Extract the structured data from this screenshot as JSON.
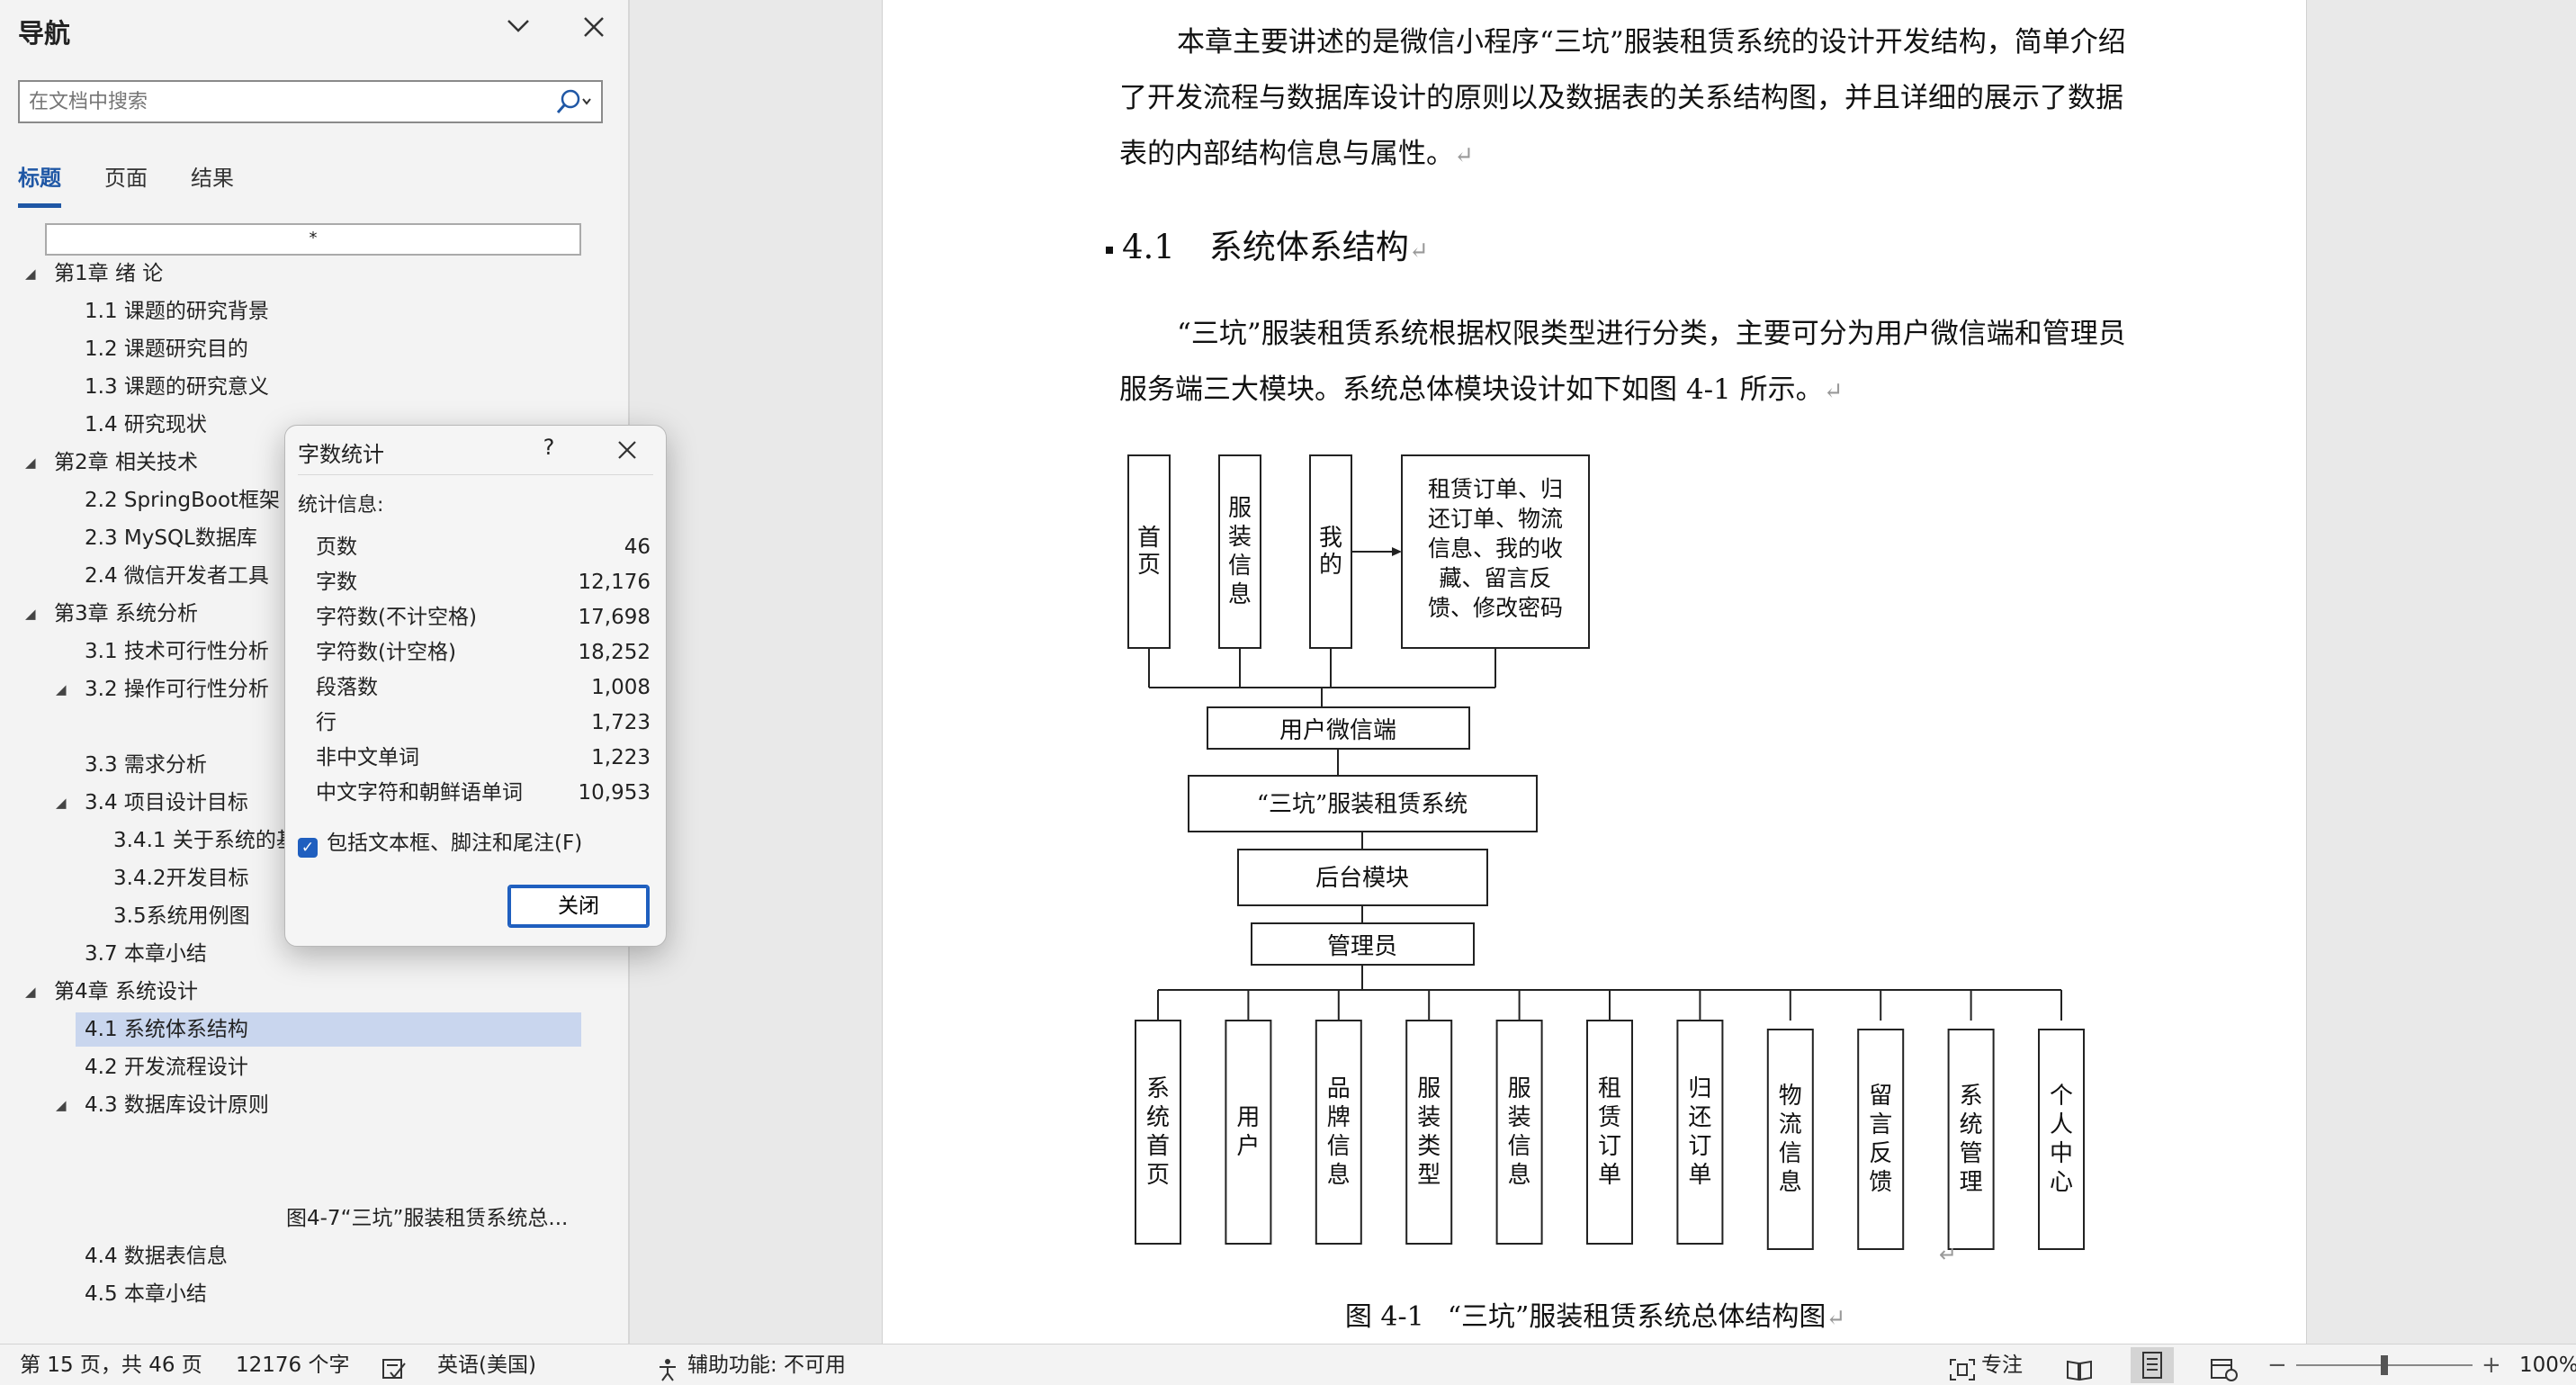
{
  "nav": {
    "title": "导航",
    "search_placeholder": "在文档中搜索",
    "tabs": [
      "标题",
      "页面",
      "结果"
    ],
    "outline_marker": "*",
    "items": [
      {
        "label": "第1章    绪 论",
        "level": 1,
        "expanded": true
      },
      {
        "label": "1.1 课题的研究背景",
        "level": 2
      },
      {
        "label": "1.2 课题研究目的",
        "level": 2
      },
      {
        "label": "1.3 课题的研究意义",
        "level": 2
      },
      {
        "label": "1.4 研究现状",
        "level": 2
      },
      {
        "label": "第2章  相关技术",
        "level": 1,
        "expanded": true
      },
      {
        "label": "2.2  SpringBoot框架",
        "level": 2
      },
      {
        "label": "2.3 MySQL数据库",
        "level": 2
      },
      {
        "label": "2.4 微信开发者工具",
        "level": 2
      },
      {
        "label": "第3章  系统分析",
        "level": 1,
        "expanded": true
      },
      {
        "label": "3.1 技术可行性分析",
        "level": 2
      },
      {
        "label": "3.2  操作可行性分析",
        "level": 2,
        "expanded": true
      },
      {
        "label": "3.3 需求分析",
        "level": 2
      },
      {
        "label": "3.4 项目设计目标",
        "level": 2,
        "expanded": true
      },
      {
        "label": "3.4.1 关于系统的基",
        "level": 3
      },
      {
        "label": "3.4.2开发目标",
        "level": 3
      },
      {
        "label": "3.5系统用例图",
        "level": 3
      },
      {
        "label": "3.7  本章小结",
        "level": 2
      },
      {
        "label": "第4章  系统设计",
        "level": 1,
        "expanded": true
      },
      {
        "label": "4.1 系统体系结构",
        "level": 2,
        "selected": true
      },
      {
        "label": "4.2  开发流程设计",
        "level": 2
      },
      {
        "label": "4.3  数据库设计原则",
        "level": 2,
        "expanded": true
      },
      {
        "label": "图4-7“三坑”服装租赁系统总...",
        "level": 4
      },
      {
        "label": "4.4  数据表信息",
        "level": 2
      },
      {
        "label": "4.5  本章小结",
        "level": 2
      }
    ]
  },
  "document": {
    "para1": "本章主要讲述的是微信小程序“三坑”服装租赁系统的设计开发结构，简单介绍了开发流程与数据库设计的原则以及数据表的关系结构图，并且详细的展示了数据表的内部结构信息与属性。",
    "heading_num": "4.1",
    "heading_text": "系统体系结构",
    "para2": "“三坑”服装租赁系统根据权限类型进行分类，主要可分为用户微信端和管理员服务端三大模块。系统总体模块设计如下如图 4-1 所示。",
    "paragraph_mark": "↵",
    "diagram": {
      "top_modules": [
        "首页",
        "服装信息",
        "我的"
      ],
      "my_detail": [
        "租赁订单、归",
        "还订单、物流",
        "信息、我的收",
        "藏、留言反",
        "馈、修改密码"
      ],
      "wechat": "用户微信端",
      "system": "“三坑”服装租赁系统",
      "backend": "后台模块",
      "admin": "管理员",
      "bottom_modules": [
        "系统首页",
        "用户",
        "品牌信息",
        "服装类型",
        "服装信息",
        "租赁订单",
        "归还订单",
        "物流信息",
        "留言反馈",
        "系统管理",
        "个人中心"
      ]
    },
    "caption_num": "图 4-1",
    "caption_text": "“三坑”服装租赁系统总体结构图"
  },
  "dialog": {
    "title": "字数统计",
    "help": "?",
    "section": "统计信息:",
    "stats": [
      {
        "label": "页数",
        "value": "46"
      },
      {
        "label": "字数",
        "value": "12,176"
      },
      {
        "label": "字符数(不计空格)",
        "value": "17,698"
      },
      {
        "label": "字符数(计空格)",
        "value": "18,252"
      },
      {
        "label": "段落数",
        "value": "1,008"
      },
      {
        "label": "行",
        "value": "1,723"
      },
      {
        "label": "非中文单词",
        "value": "1,223"
      },
      {
        "label": "中文字符和朝鲜语单词",
        "value": "10,953"
      }
    ],
    "checkbox_label": "包括文本框、脚注和尾注(F)",
    "checkbox_checked": true,
    "close_label": "关闭"
  },
  "status": {
    "page": "第 15 页，共 46 页",
    "words": "12176 个字",
    "language": "英语(美国)",
    "accessibility": "辅助功能: 不可用",
    "focus": "专注",
    "zoom": "100%",
    "zoom_level": 0.5
  },
  "colors": {
    "accent": "#1f57a5",
    "selection": "#c9d6ee",
    "checkbox": "#1f5fbf"
  }
}
